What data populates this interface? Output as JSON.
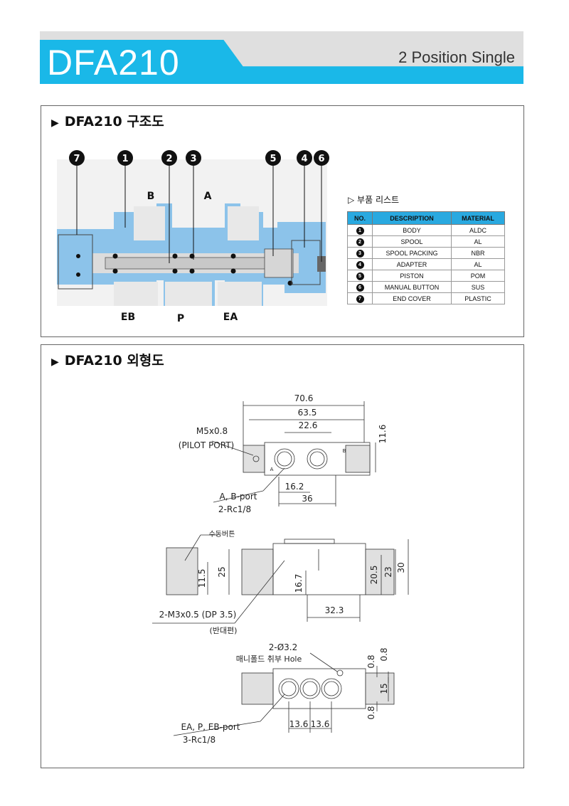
{
  "header": {
    "title": "DFA210",
    "subtitle": "2 Position Single"
  },
  "section1": {
    "title": "DFA210 구조도",
    "callouts": [
      "7",
      "1",
      "2",
      "3",
      "5",
      "4",
      "6"
    ],
    "port_top": [
      "B",
      "A"
    ],
    "port_bottom": [
      "EB",
      "P",
      "EA"
    ]
  },
  "parts": {
    "heading": "▷ 부품 리스트",
    "columns": [
      "NO.",
      "DESCRIPTION",
      "MATERIAL"
    ],
    "rows": [
      {
        "no": "1",
        "description": "BODY",
        "material": "ALDC"
      },
      {
        "no": "2",
        "description": "SPOOL",
        "material": "AL"
      },
      {
        "no": "3",
        "description": "SPOOL PACKING",
        "material": "NBR"
      },
      {
        "no": "4",
        "description": "ADAPTER",
        "material": "AL"
      },
      {
        "no": "5",
        "description": "PISTON",
        "material": "POM"
      },
      {
        "no": "6",
        "description": "MANUAL BUTTON",
        "material": "SUS"
      },
      {
        "no": "7",
        "description": "END COVER",
        "material": "PLASTIC"
      }
    ]
  },
  "section2": {
    "title": "DFA210 외형도",
    "top_view": {
      "dims": [
        "70.6",
        "63.5",
        "22.6",
        "11.6",
        "16.2",
        "36"
      ],
      "label_pilot": "M5x0.8",
      "label_pilot2": "(PILOT PORT)",
      "label_port": "A, B-port",
      "label_port2": "2-Rc1/8",
      "marks": [
        "A",
        "B"
      ]
    },
    "side_view": {
      "dims": [
        "11.5",
        "25",
        "16.7",
        "20.5",
        "23",
        "30",
        "32.3"
      ],
      "label_manual": "수동버튼",
      "label_screw": "2-M3x0.5 (DP 3.5)",
      "label_screw2": "(반대편)"
    },
    "bottom_view": {
      "dims": [
        "0.8",
        "0.8",
        "15",
        "0.8",
        "13.6",
        "13.6"
      ],
      "label_hole": "2-Ø3.2",
      "label_hole2": "매니폴드 취부 Hole",
      "label_port": "EA, P, EB-port",
      "label_port2": "3-Rc1/8"
    }
  }
}
